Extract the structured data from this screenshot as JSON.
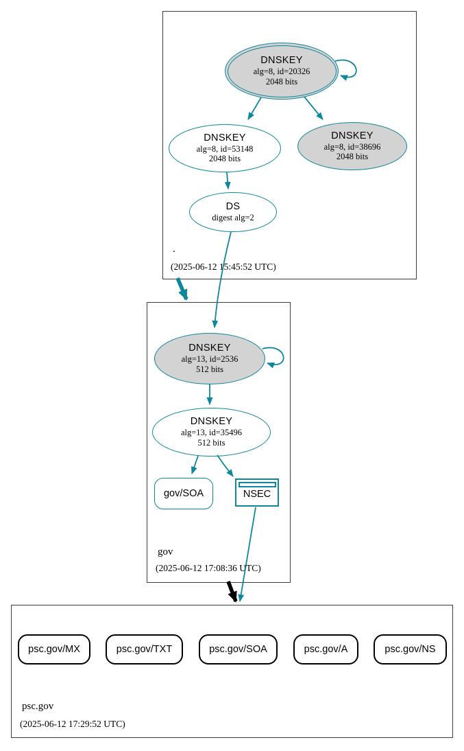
{
  "zones": [
    {
      "name": ".",
      "timestamp": "(2025-06-12 15:45:52 UTC)",
      "nodes": {
        "ksk": {
          "title": "DNSKEY",
          "detail": "alg=8, id=20326",
          "size": "2048 bits"
        },
        "zsk": {
          "title": "DNSKEY",
          "detail": "alg=8, id=53148",
          "size": "2048 bits"
        },
        "ksk2": {
          "title": "DNSKEY",
          "detail": "alg=8, id=38696",
          "size": "2048 bits"
        },
        "ds": {
          "title": "DS",
          "detail": "digest alg=2"
        }
      }
    },
    {
      "name": "gov",
      "timestamp": "(2025-06-12 17:08:36 UTC)",
      "nodes": {
        "ksk": {
          "title": "DNSKEY",
          "detail": "alg=13, id=2536",
          "size": "512 bits"
        },
        "zsk": {
          "title": "DNSKEY",
          "detail": "alg=13, id=35496",
          "size": "512 bits"
        },
        "soa": {
          "label": "gov/SOA"
        },
        "nsec": {
          "label": "NSEC"
        }
      }
    },
    {
      "name": "psc.gov",
      "timestamp": "(2025-06-12 17:29:52 UTC)",
      "rrsets": [
        "psc.gov/MX",
        "psc.gov/TXT",
        "psc.gov/SOA",
        "psc.gov/A",
        "psc.gov/NS"
      ]
    }
  ],
  "colors": {
    "secure_teal": "#0d879a",
    "ksk_fill": "#d3d3d3",
    "node_fill": "#ffffff",
    "zone_border": "#3c3c3c",
    "insecure_black": "#000000"
  }
}
